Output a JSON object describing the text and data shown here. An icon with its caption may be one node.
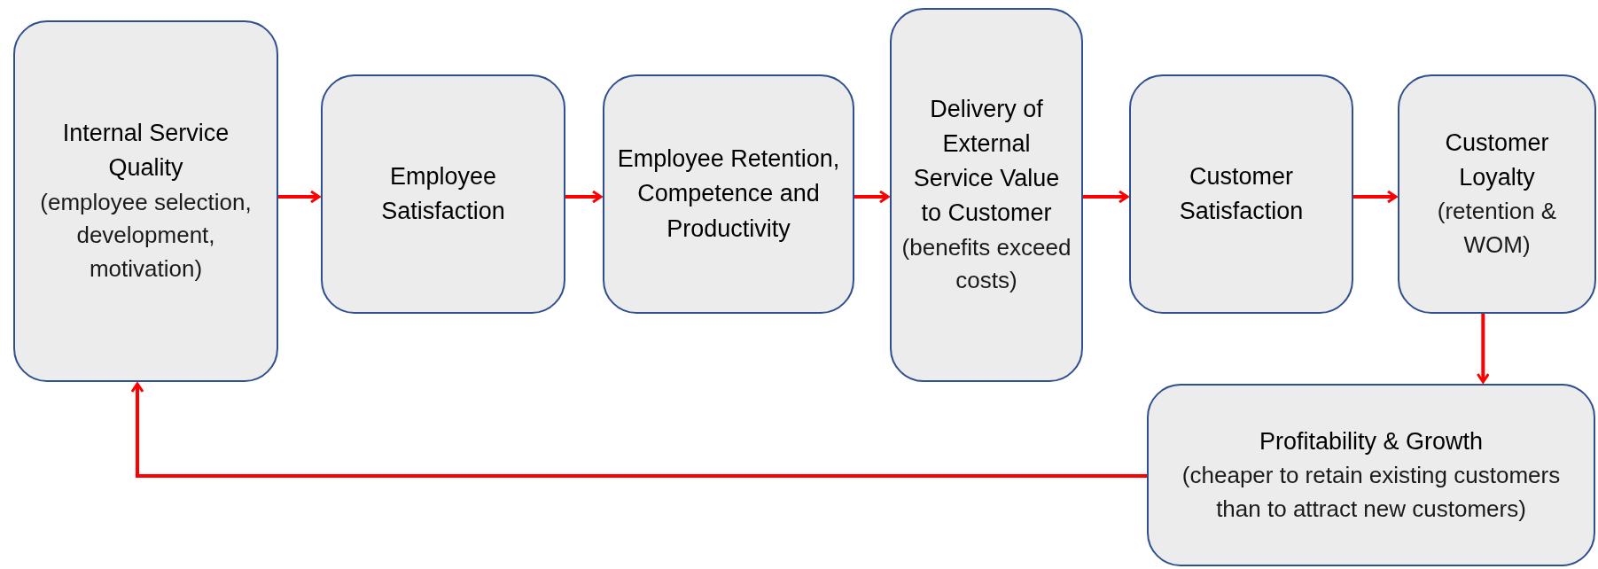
{
  "diagram": {
    "nodes": [
      {
        "text": [
          "Internal Service Quality",
          "(employee selection, development, motivation)"
        ]
      },
      {
        "text": [
          "Employee Satisfaction"
        ]
      },
      {
        "text": [
          "Employee Retention, Competence and Productivity"
        ]
      },
      {
        "text": [
          "Delivery of External Service Value to Customer",
          "(benefits exceed costs)"
        ]
      },
      {
        "text": [
          "Customer Satisfaction"
        ]
      },
      {
        "text": [
          "Customer Loyalty",
          "(retention & WOM)"
        ]
      },
      {
        "text": [
          "Profitability & Growth",
          "(cheaper to retain existing customers than to attract new customers)"
        ]
      }
    ],
    "edges": [
      {
        "from": 0,
        "to": 1,
        "arrow": "to"
      },
      {
        "from": 1,
        "to": 2,
        "arrow": "to"
      },
      {
        "from": 2,
        "to": 3,
        "arrow": "to"
      },
      {
        "from": 3,
        "to": 4,
        "arrow": "to"
      },
      {
        "from": 4,
        "to": 5,
        "arrow": "to"
      },
      {
        "from": 5,
        "to": 6,
        "arrow": "to"
      },
      {
        "from": 6,
        "to": 0,
        "arrow": "to"
      }
    ]
  }
}
